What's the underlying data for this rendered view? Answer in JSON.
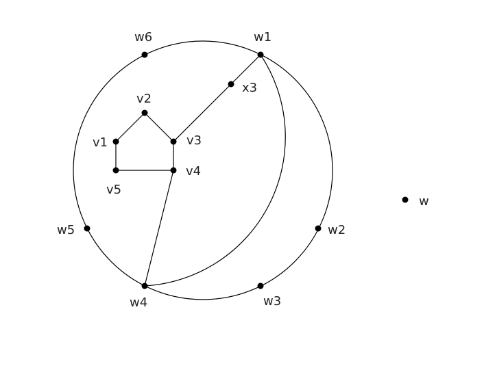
{
  "colors": {
    "edge": "#000000",
    "node": "#000000",
    "label": "#222222",
    "background": "#ffffff"
  },
  "nodes": {
    "w1": "w1",
    "w2": "w2",
    "w3": "w3",
    "w4": "w4",
    "w5": "w5",
    "w6": "w6",
    "w": "w",
    "x3": "x3",
    "v1": "v1",
    "v2": "v2",
    "v3": "v3",
    "v4": "v4",
    "v5": "v5"
  }
}
